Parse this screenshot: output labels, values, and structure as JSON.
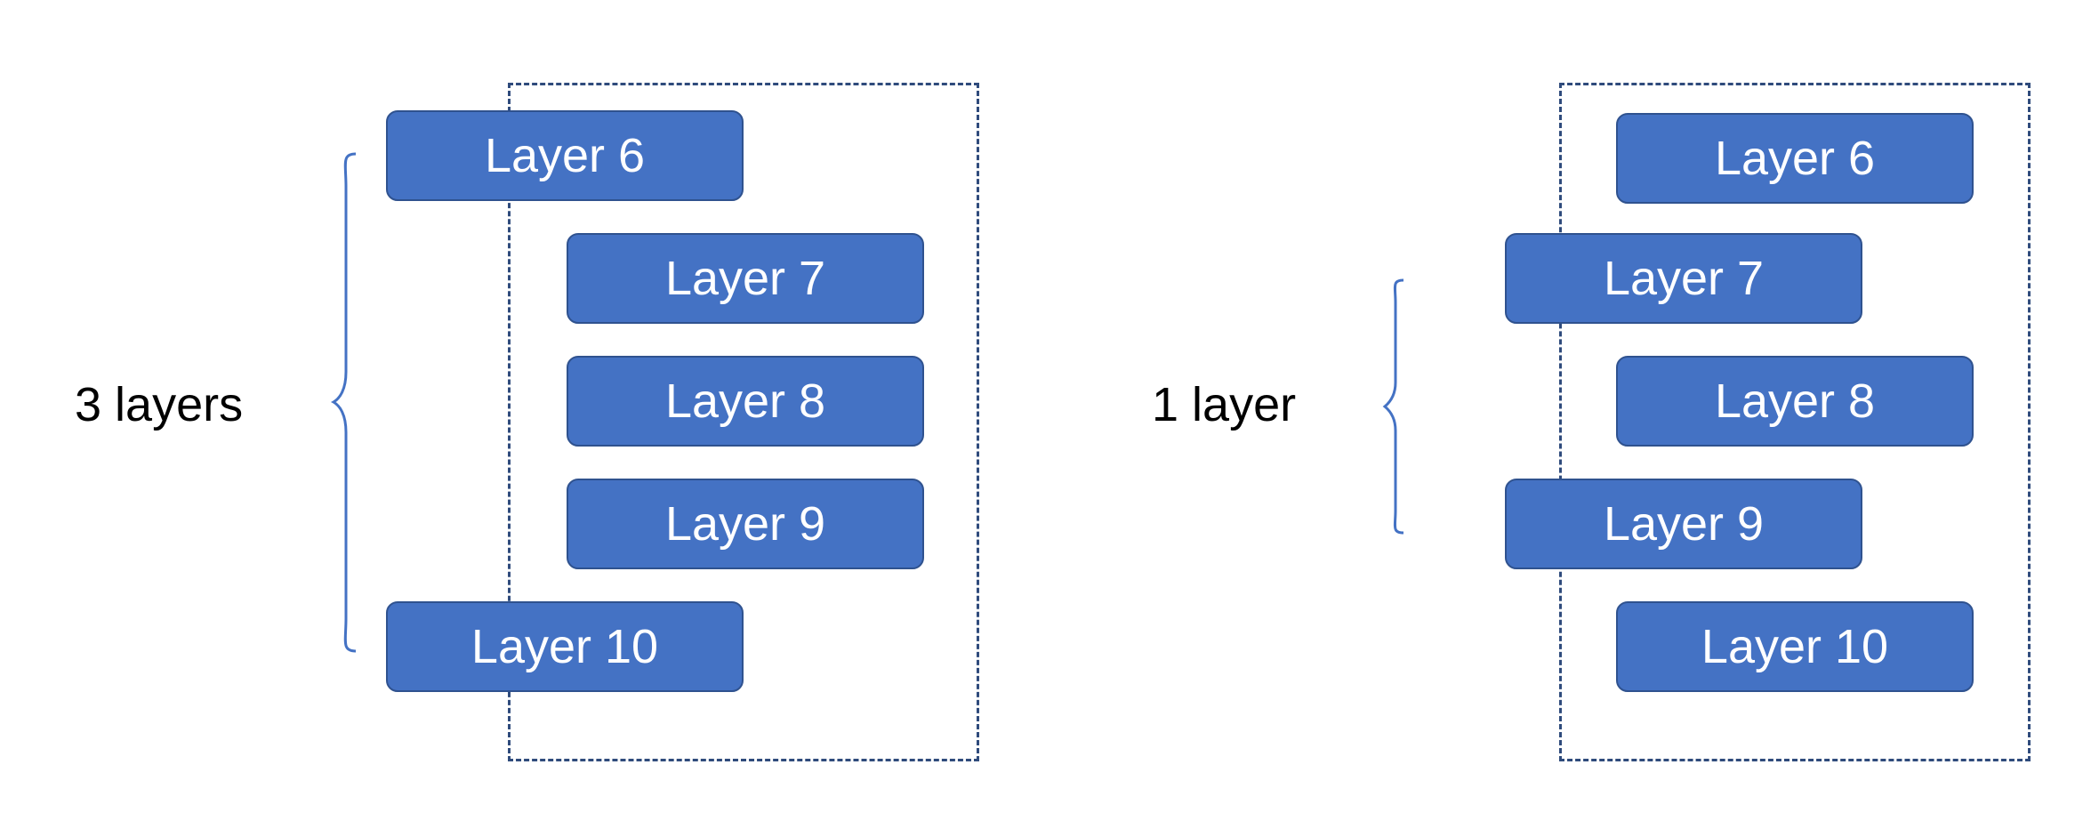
{
  "panels": [
    {
      "label": "3 layers",
      "layers": [
        "Layer 6",
        "Layer 7",
        "Layer 8",
        "Layer 9",
        "Layer 10"
      ]
    },
    {
      "label": "1 layer",
      "layers": [
        "Layer 6",
        "Layer 7",
        "Layer 8",
        "Layer 9",
        "Layer 10"
      ]
    }
  ],
  "colors": {
    "box_fill": "#4472c4",
    "box_border": "#2f528f",
    "dashed_border": "#2f4b7c",
    "brace": "#4472c4"
  }
}
